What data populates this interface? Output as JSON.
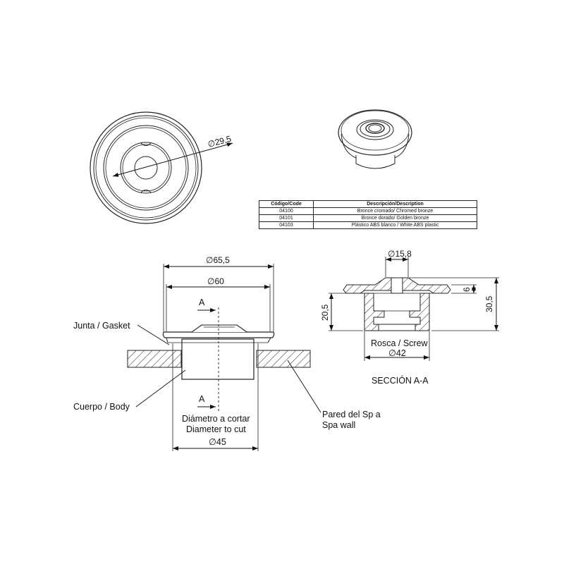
{
  "top_view": {
    "dim_inner": "∅29,5"
  },
  "table": {
    "headers": [
      "Código/Code",
      "Descripción/Description"
    ],
    "rows": [
      [
        "04100",
        "Bronce cromado/ Chromed bronze"
      ],
      [
        "04101",
        "Bronce dorado/ Golden bronze"
      ],
      [
        "04103",
        "Plástico ABS blanco / White ABS plastic"
      ]
    ]
  },
  "side_view": {
    "dim_outer": "∅65,5",
    "dim_gasket": "∅60",
    "section_marker_top": "A",
    "section_marker_bottom": "A",
    "label_gasket": "Junta / Gasket",
    "label_body": "Cuerpo / Body",
    "cut_line1": "Diámetro a cortar",
    "cut_line2": "Diameter to cut",
    "cut_dim": "∅45",
    "wall_line1": "Pared del Sp a",
    "wall_line2": "Spa wall"
  },
  "section": {
    "dim_hole": "∅15,8",
    "dim_flange": "6",
    "dim_total": "30,5",
    "dim_body": "20,5",
    "thread_label": "Rosca / Screw",
    "thread_dim": "∅42",
    "title": "SECCIÓN A-A"
  }
}
